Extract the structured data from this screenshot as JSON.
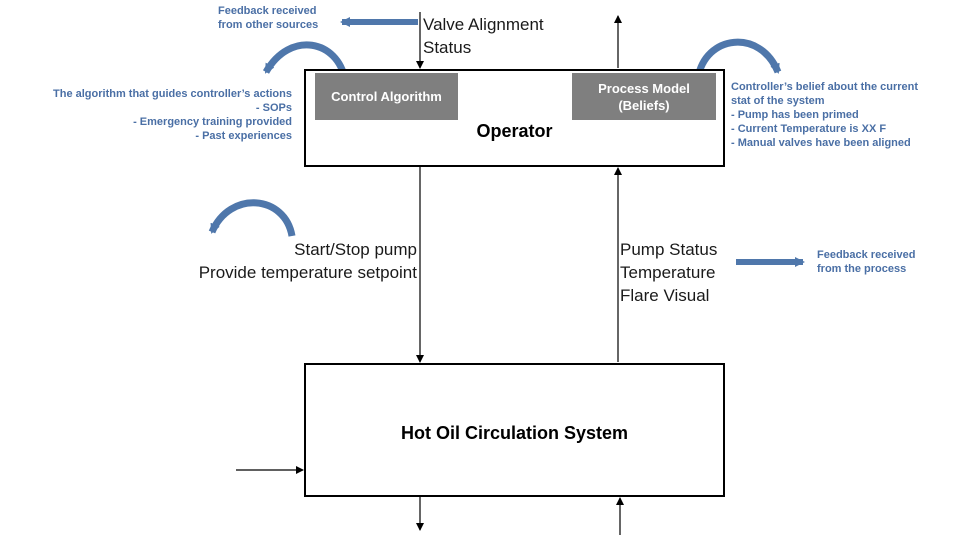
{
  "operator": {
    "title": "Operator"
  },
  "control_algorithm": {
    "label": "Control Algorithm"
  },
  "process_model": {
    "line1": "Process Model",
    "line2": "(Beliefs)"
  },
  "plant": {
    "title": "Hot Oil Circulation System"
  },
  "valve_status": {
    "line1": "Valve Alignment",
    "line2": "Status"
  },
  "control_actions": {
    "line1": "Start/Stop pump",
    "line2": "Provide temperature setpoint"
  },
  "feedback_signals": {
    "line1": "Pump Status",
    "line2": "Temperature",
    "line3": "Flare Visual"
  },
  "feedback_other": {
    "line1": "Feedback received",
    "line2": "from other sources"
  },
  "feedback_process": {
    "line1": "Feedback received",
    "line2": "from the process"
  },
  "algorithm_note": {
    "heading": "The algorithm that guides controller’s actions",
    "items": [
      "-    SOPs",
      "-    Emergency training provided",
      "-    Past experiences"
    ]
  },
  "belief_note": {
    "heading1": "Controller’s belief about the current",
    "heading2": "stat of the system",
    "items": [
      "-    Pump has been primed",
      "-    Current Temperature is XX F",
      "-    Manual valves have been aligned"
    ]
  },
  "colors": {
    "note_blue": "#4a6fa5",
    "arrow_blue": "#4f77ab",
    "grey_box": "#7f7f7f"
  }
}
